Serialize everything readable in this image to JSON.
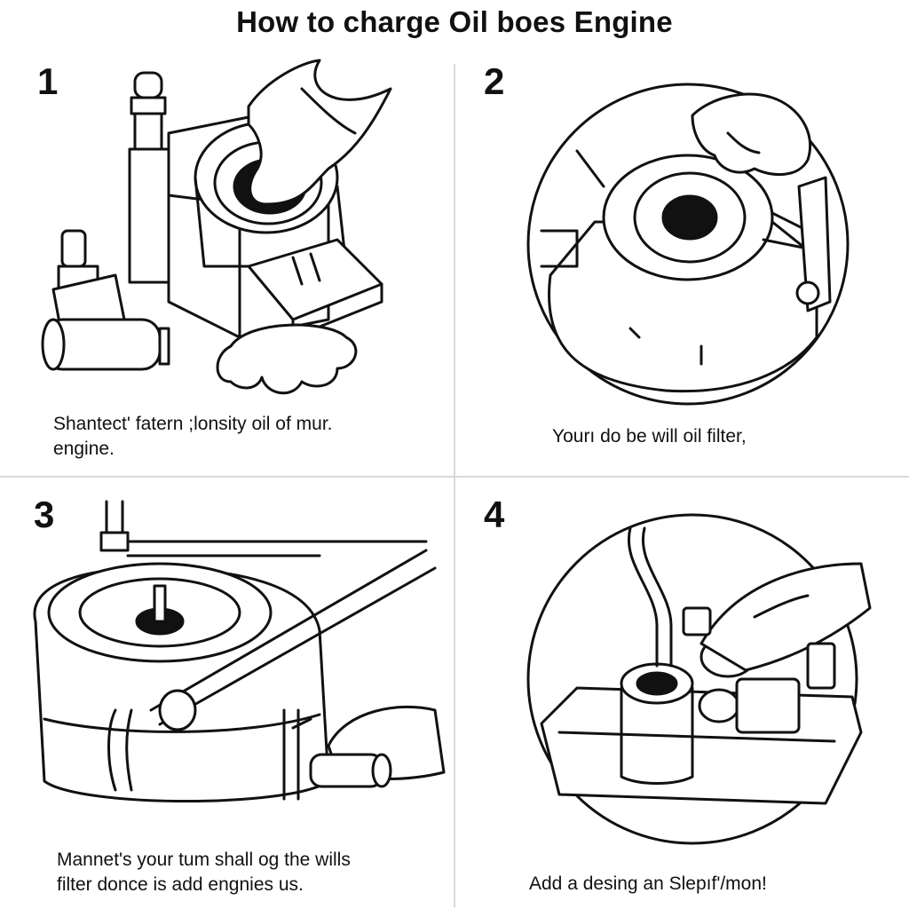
{
  "title": "How to charge Oil boes Engine",
  "steps": [
    {
      "number": "1",
      "caption_line1": "Shantect' fatern ;lonsity oil of mur.",
      "caption_line2": "engine."
    },
    {
      "number": "2",
      "caption_line1": "Yourı do be will oil filter,",
      "caption_line2": ""
    },
    {
      "number": "3",
      "caption_line1": "Mannet's your tum shall og the wills",
      "caption_line2": "filter donce is add engnies us."
    },
    {
      "number": "4",
      "caption_line1": "Add a desing an Slepıf'/mon!",
      "caption_line2": ""
    }
  ],
  "colors": {
    "ink": "#111111",
    "divider": "#d8d8d8",
    "background": "#ffffff"
  }
}
